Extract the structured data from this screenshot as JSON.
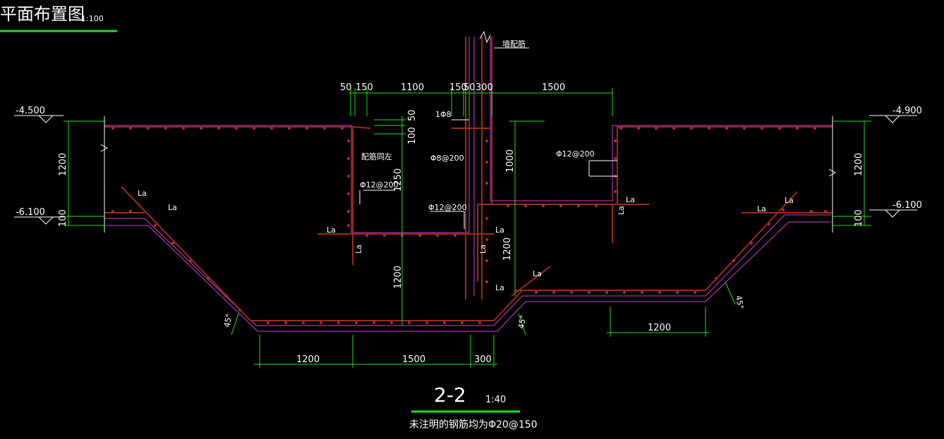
{
  "title": {
    "text": "平面布置图",
    "scale": "1:100"
  },
  "section": {
    "label": "2-2",
    "scale": "1:40",
    "note": "未注明的钢筋均为Φ20@150"
  },
  "elevations": {
    "top_left": "-4.500",
    "mid_left": "-6.100",
    "top_right": "-4.900",
    "mid_right": "-6.100"
  },
  "top_dims": [
    "50",
    "150",
    "1100",
    "150",
    "50",
    "300",
    "1500"
  ],
  "vertical_dims": {
    "left_1200": "1200",
    "left_100": "100",
    "right_1200": "1200",
    "right_100": "100",
    "pit_50": "50",
    "pit_100": "100",
    "pit_1250": "1250",
    "pit_1200": "1200",
    "right_1000": "1000",
    "mid_1200": "1200"
  },
  "bottom_dims": [
    "1200",
    "1500",
    "300",
    "1200"
  ],
  "labels": {
    "la": "La",
    "angle": "45°",
    "wall_bar": "墙配筋",
    "same_left": "配筋同左",
    "phi8": "1Φ8",
    "phi8_200": "Φ8@200",
    "phi12_a": "Φ12@200",
    "phi12_b": "Φ12@200",
    "phi12_c": "Φ12@200"
  },
  "colors": {
    "background": "#000000",
    "dimension": "#22dd22",
    "rebar": "#a02a1a",
    "concrete": "#d040d0",
    "text": "#ffffff"
  }
}
